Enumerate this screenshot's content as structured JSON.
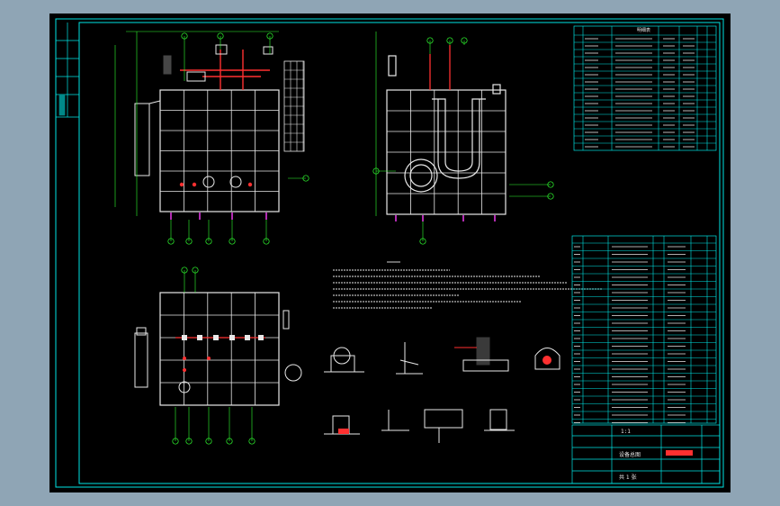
{
  "colors": {
    "background": "#8fa5b5",
    "sheet": "#000000",
    "frame": "#00e5e5",
    "drawing_white": "#e8e8e8",
    "drawing_red": "#ff3030",
    "drawing_magenta": "#ff40ff",
    "drawing_green": "#30ff30"
  },
  "title_block": {
    "scale_label": "1:1",
    "drawing_label": "设备总图",
    "sheet_label": "共 1 张"
  },
  "parts_list": {
    "header_label": "明细表"
  }
}
